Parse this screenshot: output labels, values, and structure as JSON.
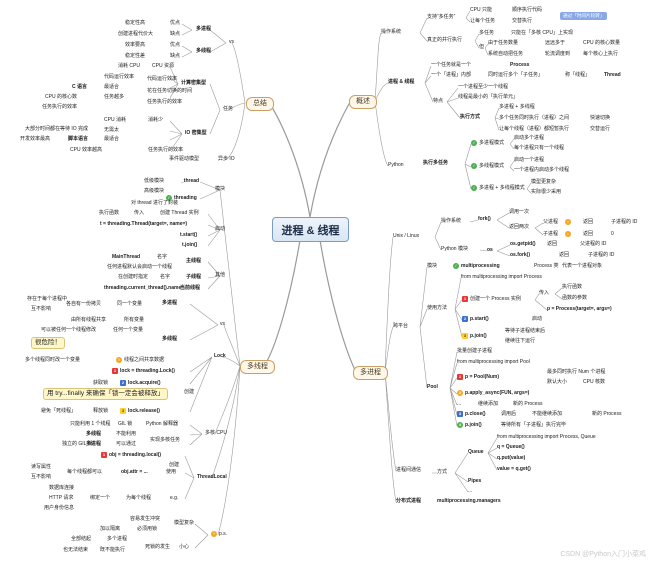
{
  "colors": {
    "line": "#9a9a9a",
    "central_border": "#7a9cc6",
    "branch_border": "#c9a063",
    "callout_bg": "#fff7c7",
    "badge": "#8aa8e6"
  },
  "central": "进程 & 线程",
  "branches": {
    "summary": "总结",
    "overview": "概述",
    "threads": "多线程",
    "processes": "多进程"
  },
  "overview": {
    "os": "操作系统",
    "multitask": "支持“多任务”",
    "cpu_switch": "CPU 只能",
    "alternate": "轮流切换",
    "seq_exec": "顺序执行代码",
    "each_task": "让每个任务",
    "alternate_exec": "交替执行",
    "badge": "通过「时间片轮转」",
    "true_parallel": "真正的并行执行",
    "multi_core": "多任务",
    "only_multi_core": "只能在「多核 CPU」上实现",
    "but": "但",
    "tasks_more": "由于任务数量",
    "far_more": "远远多于",
    "cpu_count": "CPU 的核心数量",
    "sys_auto": "系统自动把任务",
    "round_schedule": "轮流调度到",
    "each_core": "每个核心上执行",
    "proc_thread": "进程 & 线程",
    "a_task": "一个任务就是一个",
    "process": "Process",
    "one_proc": "一个「进程」内部",
    "simul": "同时运行多个「子任务」",
    "call_it": "称「线程」",
    "thread_word": "Thread",
    "features": "特点",
    "at_least_one": "一个进程至少一个线程",
    "smallest_unit": "线程是最小的「执行单元」",
    "exec_way": "执行方式",
    "multi_proc": "多进程 + 多线程",
    "mp_exec": "多个任务同时执行（进程）之间",
    "fast_switch": "快速切换",
    "switch_tasks": "让每个线程（进程）都短暂执行",
    "alt_run": "交替运行",
    "python": "Python",
    "exec_multi": "执行多任务",
    "mode1": "多进程模式",
    "mode1_a": "启动多个进程",
    "mode1_b": "每个进程只有一个线程",
    "mode2": "多线程模式",
    "mode2_a": "启动一个进程",
    "mode2_b": "一个进程内启动多个线程",
    "mode3": "多进程 + 多线程模式",
    "mode3_a": "模型更复杂",
    "mode3_b": "实际很少采用"
  },
  "summary": {
    "vs": "vs",
    "mp": "多进程",
    "mt": "多线程",
    "stable": "稳定性高",
    "adv": "优点",
    "create_cost": "创建进程代价大",
    "disadv": "缺点",
    "fast": "效率要高",
    "unstable": "稳定性差",
    "task_type": "任务",
    "cpu_bound": "计算密集型",
    "cpu_cost": "消耗 CPU",
    "cpu_use": "CPU 资源",
    "speed_req": "代码运行效率",
    "c_lang": "C 语言",
    "most_suit": "最适合",
    "more_tasks": "任务越多",
    "switch_time": "花在任务切换的时间",
    "task_eff": "任务执行的效率",
    "cpu_eff": "CPU 的核心数",
    "io_bound": "IO 密集型",
    "cpu_less": "CPU 消耗",
    "little": "消耗少",
    "wait_io": "大部分时间都在等待 IO 完成",
    "no_need": "无需太",
    "dev_eff": "开发效率最高",
    "script": "脚本语言",
    "most_fit": "最适合",
    "cpu_eff2": "CPU 效率越高",
    "async_io": "异步 IO",
    "event_driven": "事件驱动模型"
  },
  "threads": {
    "module": "模块",
    "lowlevel": "低级模块",
    "thread": "_thread",
    "advanced": "高级模块",
    "threading": "threading",
    "encap": "对 thread 进行了封装",
    "start": "启动",
    "exec_func": "执行函数",
    "pass_in": "传入",
    "create_inst": "创建 Thread 实例",
    "t_assign": "t = threading.Thread(target=, name=)",
    "t_start": "t.start()",
    "t_join": "t.join()",
    "main_thread": "MainThread",
    "main_name": "名字",
    "main_label": "主线程",
    "any_proc": "任何进程默认会启动一个线程",
    "sub_thread": "子线程",
    "name_spec": "名字",
    "create_when": "在创建时指定",
    "current": "threading.current_thread().name",
    "current_label": "当前线程",
    "mp_copy": "存在于每个进程中",
    "no_affect": "互不影响",
    "var_copy": "各自有一份拷贝",
    "same_var": "同一个变量",
    "all_shared": "由所有线程共享",
    "all_var": "所有变量",
    "any_var": "任何一个变量",
    "can_modify": "可以被任何一个线程修改",
    "danger": "很危险！",
    "simultaneous": "多个线程同时改一个变量",
    "chaos": "线程之间共享数据",
    "lock_label": "Lock",
    "lock_create": "lock = threading.Lock()",
    "create": "创建",
    "acquire": "获取锁",
    "acquire_code": "lock.acquire()",
    "use_try": "用 try...finally 来确保「锁一定会被释放」",
    "release_code": "lock.release()",
    "dead": "避免「死线程」",
    "release": "释放锁",
    "gil": "Python 解释器",
    "multi_cpu": "多核 CPU",
    "gil_note": "GIL 锁",
    "mt_label": "多线程",
    "no_use": "不能利用",
    "mp_label": "多进程",
    "can_use": "可以通过",
    "realize": "实现多核任务",
    "indep": "独立的 GIL 锁",
    "tl": "ThreadLocal",
    "obj_local": "obj = threading.local()",
    "rw": "读写属性",
    "no_interf": "互不影响",
    "each_thread": "每个线程都可以",
    "obj_attr": "obj.attr = ...",
    "use": "使用",
    "db_conn": "数据库连接",
    "http_req": "HTTP 请求",
    "user_info": "用户身份信息",
    "bind_each": "绑定一个",
    "bind_thread": "为每个线程",
    "eg": "e.g.",
    "ps": "p.s.",
    "model": "模型复杂",
    "small_prob": "容易发生冲突",
    "must_lock": "必须用锁",
    "lock_add": "加以隔离",
    "global": "全部结起",
    "ps_mp": "多个进程",
    "ps_care": "小心",
    "deadlock": "死锁的发生",
    "chance": "也无法结束",
    "cannot": "既不能执行"
  },
  "processes": {
    "unix": "Unix / Linux",
    "syscall": "操作系统",
    "fork": "fork()",
    "call_once": "调用一次",
    "return_twice": "返回两次",
    "parent": "父进程",
    "child": "子进程",
    "return_l": "返回",
    "child_id": "子进程的 ID",
    "ret0": "0",
    "py_module": "Python 模块",
    "os": "os",
    "getpid": "os.getpid()",
    "parent_id": "父进程的 ID",
    "fork_py": "os.fork()",
    "child_pid": "子进程的 ID",
    "cross": "跨平台",
    "mod": "模块",
    "multiprocessing": "multiprocessing",
    "process_cls": "Process 类",
    "rep_proc": "代表一个进程对象",
    "usage": "使用方法",
    "import1": "from multiprocessing import Process",
    "create_inst": "创建一个 Process 实例",
    "pass_in": "传入",
    "exec_func": "执行函数",
    "func_params": "函数的参数",
    "p_assign": "p = Process(target=, args=)",
    "p_start": "p.start()",
    "start_label": "启动",
    "p_join": "p.join()",
    "wait_end": "等待子进程结束后",
    "cont_down": "继续往下运行",
    "pool": "Pool",
    "batch": "批量创建子进程",
    "import_pool": "from multiprocessing import Pool",
    "p_pool": "p = Pool(Num)",
    "simul_max": "最多同时执行 Num 个进程",
    "default": "默认大小",
    "cpu_cores": "CPU 核数",
    "p_apply": "p.apply_async(FUN, args=)",
    "cont_add": "继续添加",
    "new_proc": "新的 Process",
    "p_close": "p.close()",
    "after_call": "调用后",
    "no_more": "不能继续添加",
    "p_join2": "p.join()",
    "wait_all": "等待所有「子进程」执行完毕",
    "ipc": "进程间通信",
    "method": "方式",
    "queue": "Queue",
    "import_q": "from multiprocessing import Process, Queue",
    "q_new": "q = Queue()",
    "q_put": "q.put(value)",
    "q_get": "value = q.get()",
    "pipes": "Pipes",
    "dots": "...",
    "distributed": "分布式进程",
    "managers": "multiprocessing.managers"
  },
  "watermark": "CSDN @Python入门小菜鸡"
}
